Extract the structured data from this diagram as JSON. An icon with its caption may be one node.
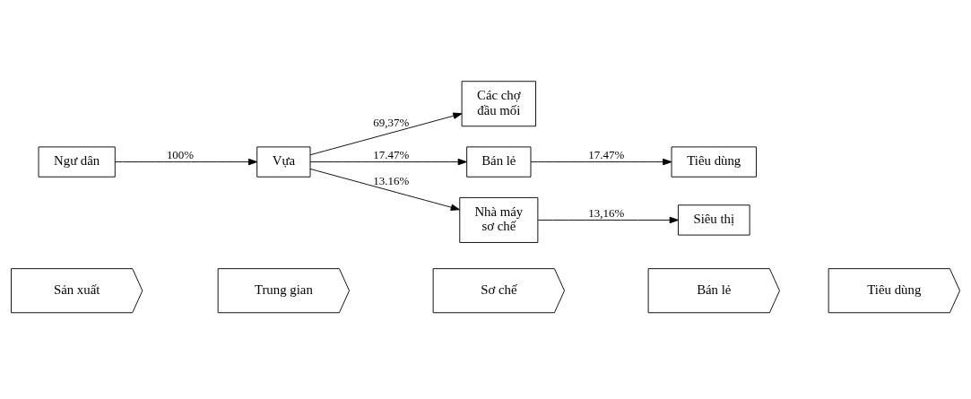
{
  "diagram": {
    "nodes": [
      {
        "text": [
          "Sản xuất"
        ]
      },
      {
        "text": [
          "Trung gian"
        ]
      },
      {
        "text": [
          "Sơ chế"
        ]
      },
      {
        "text": [
          "Bán lẻ"
        ]
      },
      {
        "text": [
          "Tiêu dùng"
        ]
      },
      {
        "text": [
          "Ngư dân"
        ]
      },
      {
        "text": [
          "Vựa"
        ]
      },
      {
        "text": [
          "Các chợ đầu mối"
        ]
      },
      {
        "text": [
          "Bán lẻ"
        ]
      },
      {
        "text": [
          "Tiêu dùng"
        ]
      },
      {
        "text": [
          "Nhà máy sơ chế"
        ]
      },
      {
        "text": [
          "Siêu thị"
        ]
      }
    ],
    "edges": [
      {
        "from": 5,
        "to": 6,
        "arrow": "to",
        "label": "100%"
      },
      {
        "from": 6,
        "to": 7,
        "arrow": "to",
        "label": "69,37%"
      },
      {
        "from": 6,
        "to": 8,
        "arrow": "to",
        "label": "17.47%"
      },
      {
        "from": 8,
        "to": 9,
        "arrow": "to",
        "label": "17.47%"
      },
      {
        "from": 6,
        "to": 10,
        "arrow": "to",
        "label": "13.16%"
      },
      {
        "from": 10,
        "to": 11,
        "arrow": "to",
        "label": "13,16%"
      }
    ]
  }
}
